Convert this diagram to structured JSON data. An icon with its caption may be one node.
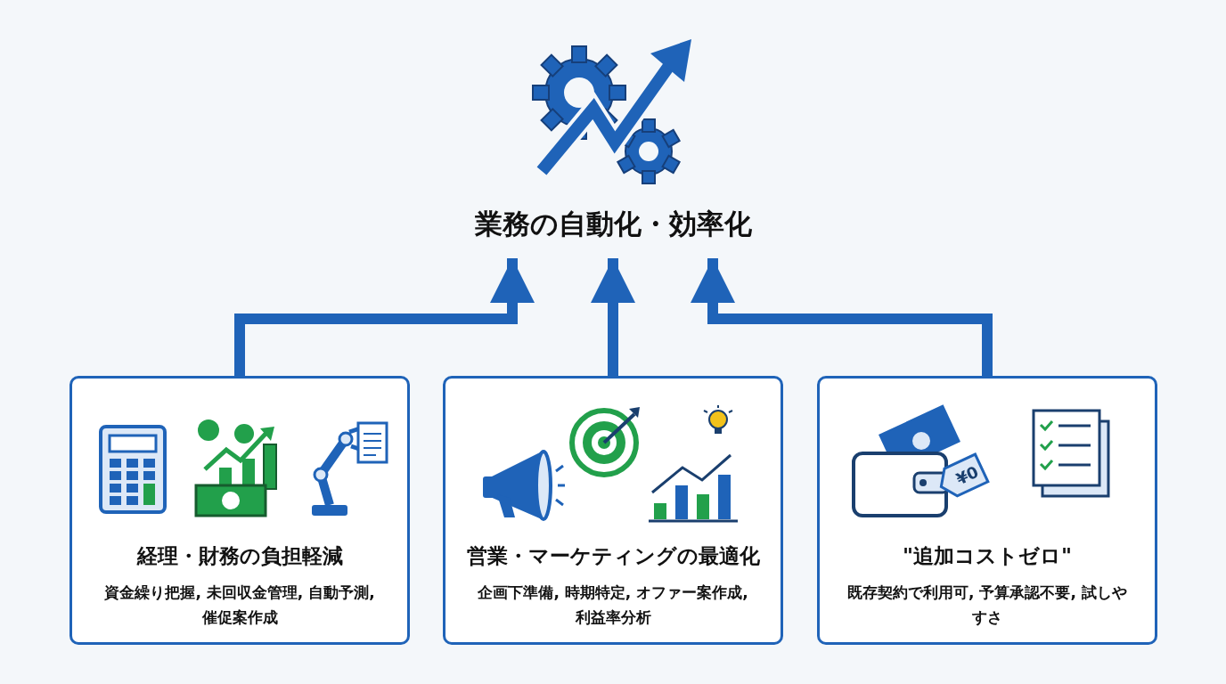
{
  "diagram": {
    "nodes": [
      {
        "text": [
          "業務の自動化・効率化"
        ]
      },
      {
        "text": [
          "経理・財務の負担軽減",
          "資金繰り把握, 未回収金管理, 自動予測, 催促案作成"
        ]
      },
      {
        "text": [
          "営業・マーケティングの最適化",
          "企画下準備, 時期特定, オファー案作成, 利益率分析"
        ]
      },
      {
        "text": [
          "\"追加コストゼロ\"",
          "既存契約で利用可, 予算承認不要, 試しやすさ"
        ]
      }
    ],
    "edges": [
      {
        "from": 1,
        "to": 0,
        "arrow": "to"
      },
      {
        "from": 2,
        "to": 0,
        "arrow": "to"
      },
      {
        "from": 3,
        "to": 0,
        "arrow": "to"
      }
    ],
    "labels": [
      "¥0"
    ]
  }
}
